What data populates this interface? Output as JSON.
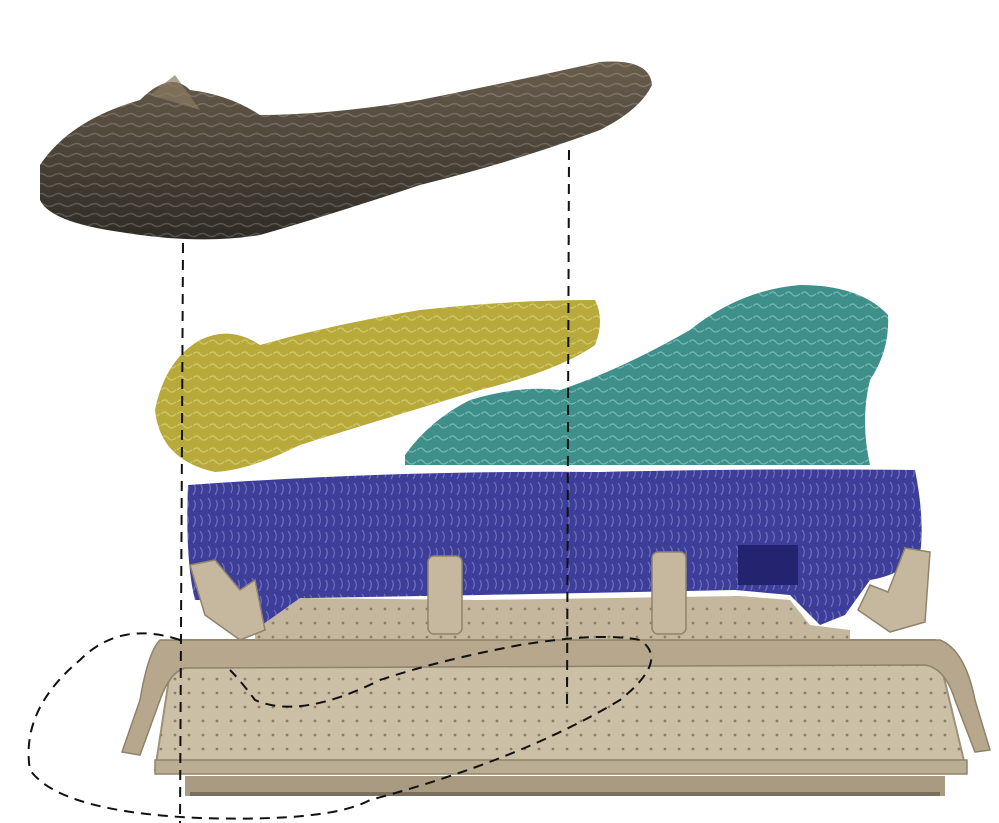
{
  "figure": {
    "parts": [
      {
        "id": "original-artifact",
        "color": "#4b4236"
      },
      {
        "id": "yellow-segment",
        "color": "#b7a93a"
      },
      {
        "id": "teal-segment",
        "color": "#3f8f8a"
      },
      {
        "id": "blue-segment",
        "color": "#3d3d9a"
      },
      {
        "id": "support-cradle",
        "color": "#c9b9a0"
      }
    ],
    "guide_line_style": "dashed",
    "guide_color": "#111111"
  }
}
